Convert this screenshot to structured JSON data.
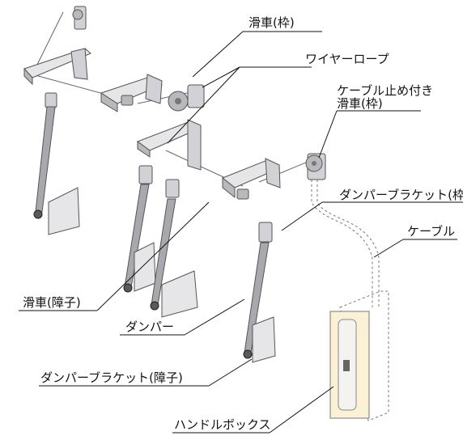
{
  "labels": {
    "pulley_frame": "滑車(枠)",
    "wire_rope": "ワイヤーロープ",
    "cable_stop_pulley_line1": "ケーブル止め付き",
    "cable_stop_pulley_line2": "滑車(枠)",
    "damper_bracket_frame": "ダンパーブラケット(枠",
    "cable": "ケーブル",
    "pulley_sash": "滑車(障子)",
    "damper": "ダンパー",
    "damper_bracket_sash": "ダンパーブラケット(障子)",
    "handle_box": "ハンドルボックス"
  }
}
